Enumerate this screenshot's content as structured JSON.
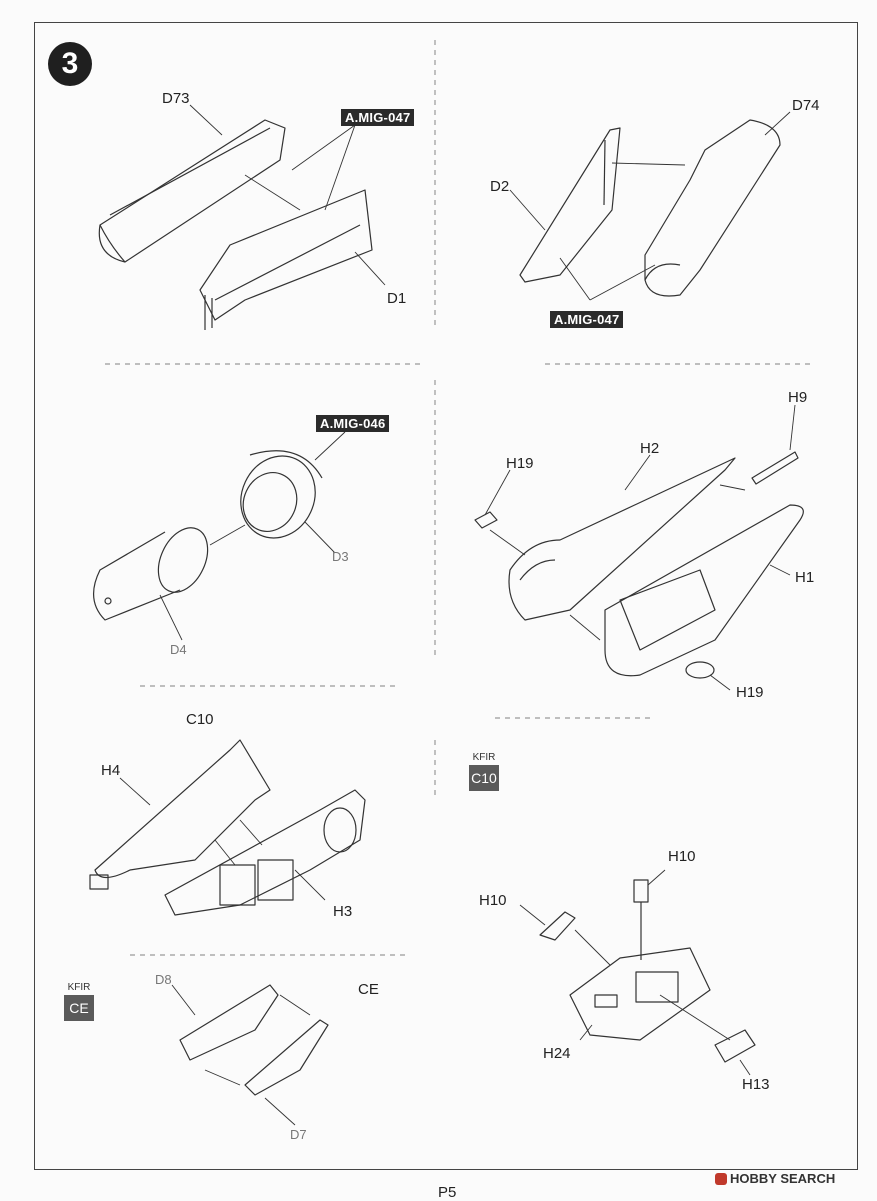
{
  "step_number": "3",
  "page_number": "P5",
  "watermark": "HOBBY SEARCH",
  "paint_codes": {
    "mig047_a": "A.MIG-047",
    "mig047_b": "A.MIG-047",
    "mig046": "A.MIG-046"
  },
  "parts": {
    "d73": "D73",
    "d1": "D1",
    "d2": "D2",
    "d74": "D74",
    "d3": "D3",
    "d4": "D4",
    "h19_top": "H19",
    "h2": "H2",
    "h9": "H9",
    "h1": "H1",
    "h19_bottom": "H19",
    "h4": "H4",
    "h3": "H3",
    "h10_left": "H10",
    "h10_right": "H10",
    "h24": "H24",
    "h13": "H13",
    "d8": "D8",
    "d7": "D7"
  },
  "sub_labels": {
    "c10": "C10",
    "ce": "CE"
  },
  "variants": {
    "kfir_c10": {
      "name": "KFIR",
      "code": "C10"
    },
    "kfir_ce": {
      "name": "KFIR",
      "code": "CE"
    }
  },
  "colors": {
    "ink": "#333333",
    "paint_code_bg": "#2b2b2b",
    "variant_bg": "#5a5a5a"
  }
}
